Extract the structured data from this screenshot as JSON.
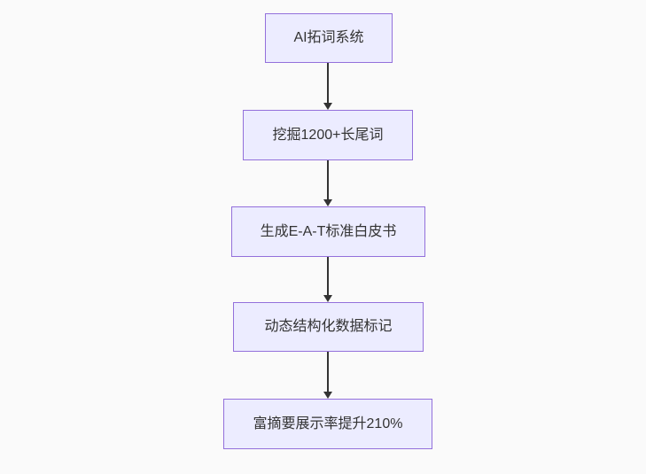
{
  "page": {
    "background": "#fafafa"
  },
  "colors": {
    "node_fill": "#ECECFF",
    "node_border": "#9370DB",
    "arrow": "#333333",
    "text": "#333333"
  },
  "flowchart": {
    "type": "flowchart",
    "direction": "top-down",
    "nodes": [
      {
        "label": "AI拓词系统"
      },
      {
        "label": "挖掘1200+长尾词"
      },
      {
        "label": "生成E-A-T标准白皮书"
      },
      {
        "label": "动态结构化数据标记"
      },
      {
        "label": "富摘要展示率提升210%"
      }
    ],
    "edges": [
      {
        "from": 0,
        "to": 1
      },
      {
        "from": 1,
        "to": 2
      },
      {
        "from": 2,
        "to": 3
      },
      {
        "from": 3,
        "to": 4
      }
    ]
  }
}
